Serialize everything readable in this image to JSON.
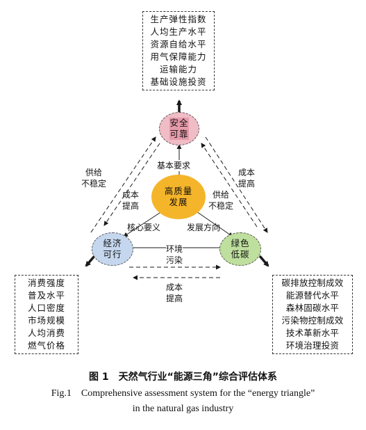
{
  "boxes": {
    "top": [
      "生产弹性指数",
      "人均生产水平",
      "资源自给水平",
      "用气保障能力",
      "运输能力",
      "基础设施投资"
    ],
    "left": [
      "消费强度",
      "普及水平",
      "人口密度",
      "市场规模",
      "人均消费",
      "燃气价格"
    ],
    "right": [
      "碳排放控制成效",
      "能源替代水平",
      "森林固碳水平",
      "污染物控制成效",
      "技术革新水平",
      "环境治理投资"
    ]
  },
  "nodes": {
    "safety": [
      "安全",
      "可靠"
    ],
    "center": [
      "高质量",
      "发展"
    ],
    "economic": [
      "经济",
      "可行"
    ],
    "green": [
      "绿色",
      "低碳"
    ]
  },
  "labels": {
    "basic_req": "基本要求",
    "core_req": "核心要义",
    "dev_dir": "发展方向",
    "supply_unstable_left": [
      "供给",
      "不稳定"
    ],
    "supply_unstable_inner": [
      "供给",
      "不稳定"
    ],
    "cost_up_right": [
      "成本",
      "提高"
    ],
    "cost_up_inner": [
      "成本",
      "提高"
    ],
    "env_pollution": [
      "环境",
      "污染"
    ],
    "cost_up_bottom": [
      "成本",
      "提高"
    ]
  },
  "caption": {
    "cn": "图 1　天然气行业“能源三角”综合评估体系",
    "en_line1": "Fig.1　Comprehensive assessment system for the “energy triangle”",
    "en_line2": "in the natural gas industry"
  },
  "colors": {
    "safety_fill": "#f0bcc6",
    "safety_text_bg": "#e59aaa",
    "center_fill": "#f5b52a",
    "economic_fill": "#c5d7ee",
    "green_fill": "#bedf9d",
    "arrow": "#1a1a1a"
  }
}
